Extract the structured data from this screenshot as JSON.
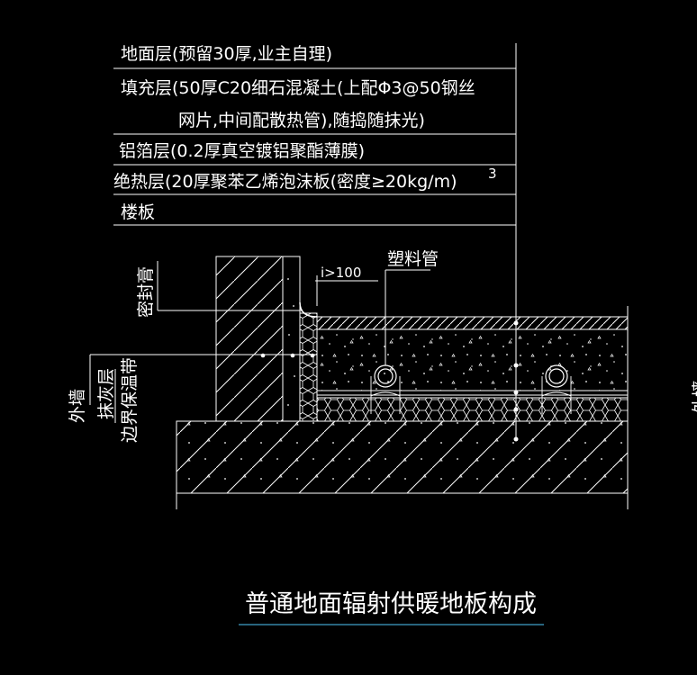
{
  "layers": [
    {
      "label": "地面层(预留30厚,业主自理)"
    },
    {
      "label": "填充层(50厚C20细石混凝土(上配Φ3@50钢丝"
    },
    {
      "label": "网片,中间配散热管),随捣随抹光)"
    },
    {
      "label": "铝箔层(0.2厚真空镀铝聚酯薄膜)"
    },
    {
      "label": "绝热层(20厚聚苯乙烯泡沫板(密度≥20kg/m)"
    },
    {
      "label": "楼板"
    }
  ],
  "superscript": "3",
  "labels": {
    "sealant": "密封膏",
    "outer_wall": "外墙",
    "plaster": "抹灰层",
    "edge_insulation": "边界保温带",
    "gap": "i>100",
    "pipe": "塑料管",
    "right_edge": "外墙"
  },
  "title": "普通地面辐射供暖地板构成",
  "colors": {
    "background": "#000000",
    "lines": "#ffffff",
    "title_underline": "#3fa0c8"
  }
}
